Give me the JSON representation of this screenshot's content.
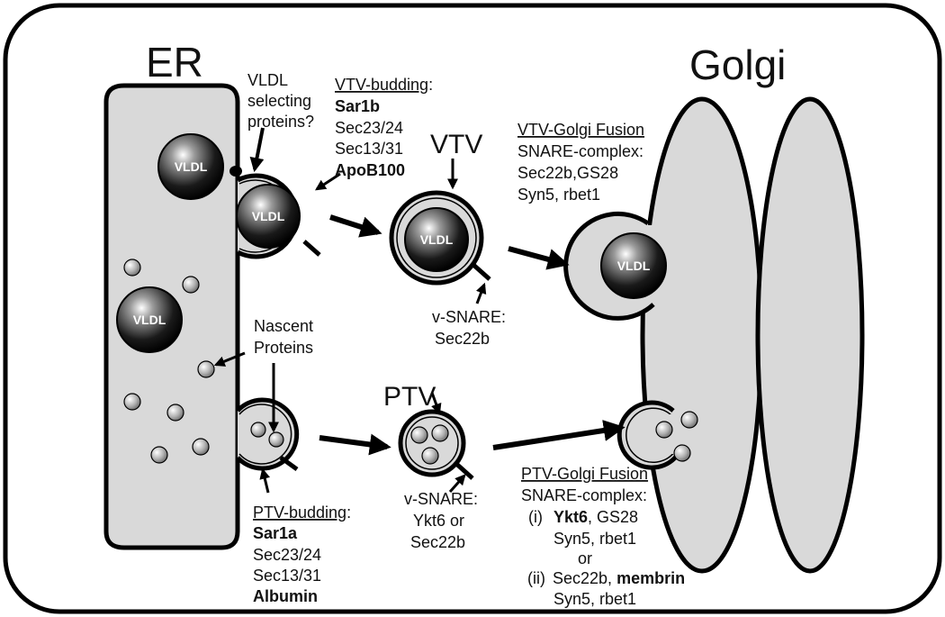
{
  "organelles": {
    "er": "ER",
    "golgi": "Golgi"
  },
  "vesicle_labels": {
    "vtv": "VTV",
    "ptv": "PTV",
    "vldl": "VLDL"
  },
  "annotations": {
    "vldl_selecting": [
      "VLDL",
      "selecting",
      "proteins?"
    ],
    "nascent": [
      "Nascent",
      "Proteins"
    ],
    "vsnare_vtv": [
      "v-SNARE:",
      "Sec22b"
    ],
    "vsnare_ptv": [
      "v-SNARE:",
      "Ykt6 or",
      "Sec22b"
    ]
  },
  "vtv_budding": {
    "title": "VTV-budding",
    "suffix": ":",
    "items": [
      "Sar1b",
      "Sec23/24",
      "Sec13/31",
      "ApoB100"
    ]
  },
  "ptv_budding": {
    "title": "PTV-budding",
    "suffix": ":",
    "items": [
      "Sar1a",
      "Sec23/24",
      "Sec13/31",
      "Albumin"
    ]
  },
  "vtv_golgi_fusion": {
    "title": "VTV-Golgi Fusion",
    "lines": [
      "SNARE-complex:",
      "Sec22b,GS28",
      "Syn5, rbet1"
    ]
  },
  "ptv_golgi_fusion": {
    "title": "PTV-Golgi Fusion",
    "line1": "SNARE-complex:",
    "opt1_prefix": "(i)",
    "opt1_bold": "Ykt6",
    "opt1_rest": ", GS28",
    "opt1_line2": "Syn5, rbet1",
    "or": "or",
    "opt2_prefix": "(ii)",
    "opt2_a": "Sec22b, ",
    "opt2_bold": "membrin",
    "opt2_line2": "Syn5, rbet1"
  },
  "colors": {
    "outline": "#000000",
    "membrane_fill": "#d9d9d9",
    "background": "#ffffff"
  }
}
